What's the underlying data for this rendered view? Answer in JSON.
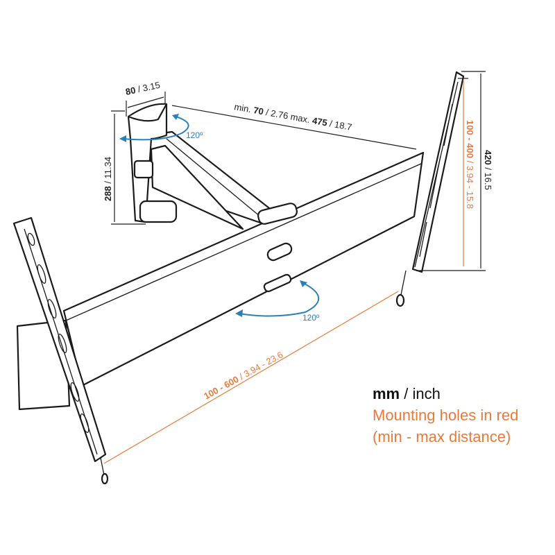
{
  "colors": {
    "line": "#1a1a1a",
    "mounting": "#e8793a",
    "rotation": "#2b7fb8"
  },
  "dimensions": {
    "depth": {
      "bold": "80",
      "rest": " / 3.15"
    },
    "height": {
      "bold": "288",
      "rest": " / 11.34"
    },
    "arm_extension": {
      "p1": "min. ",
      "b1": "70",
      "p2": " / 2.76 max. ",
      "b2": "475",
      "p3": " / 18.7"
    },
    "plate_height": {
      "bold": "420",
      "rest": " / 16.5"
    },
    "vertical_holes": {
      "bold": "100 - 400",
      "rest": " / 3.94 - 15.8"
    },
    "horizontal_holes": {
      "bold": "100 - 600",
      "rest": " / 3.94 - 23.6"
    },
    "rotation_wall": "120º",
    "rotation_tv": "120º"
  },
  "legend": {
    "unit_bold": "mm",
    "unit_rest": " / inch",
    "line1": "Mounting holes in red",
    "line2": "(min - max distance)"
  }
}
